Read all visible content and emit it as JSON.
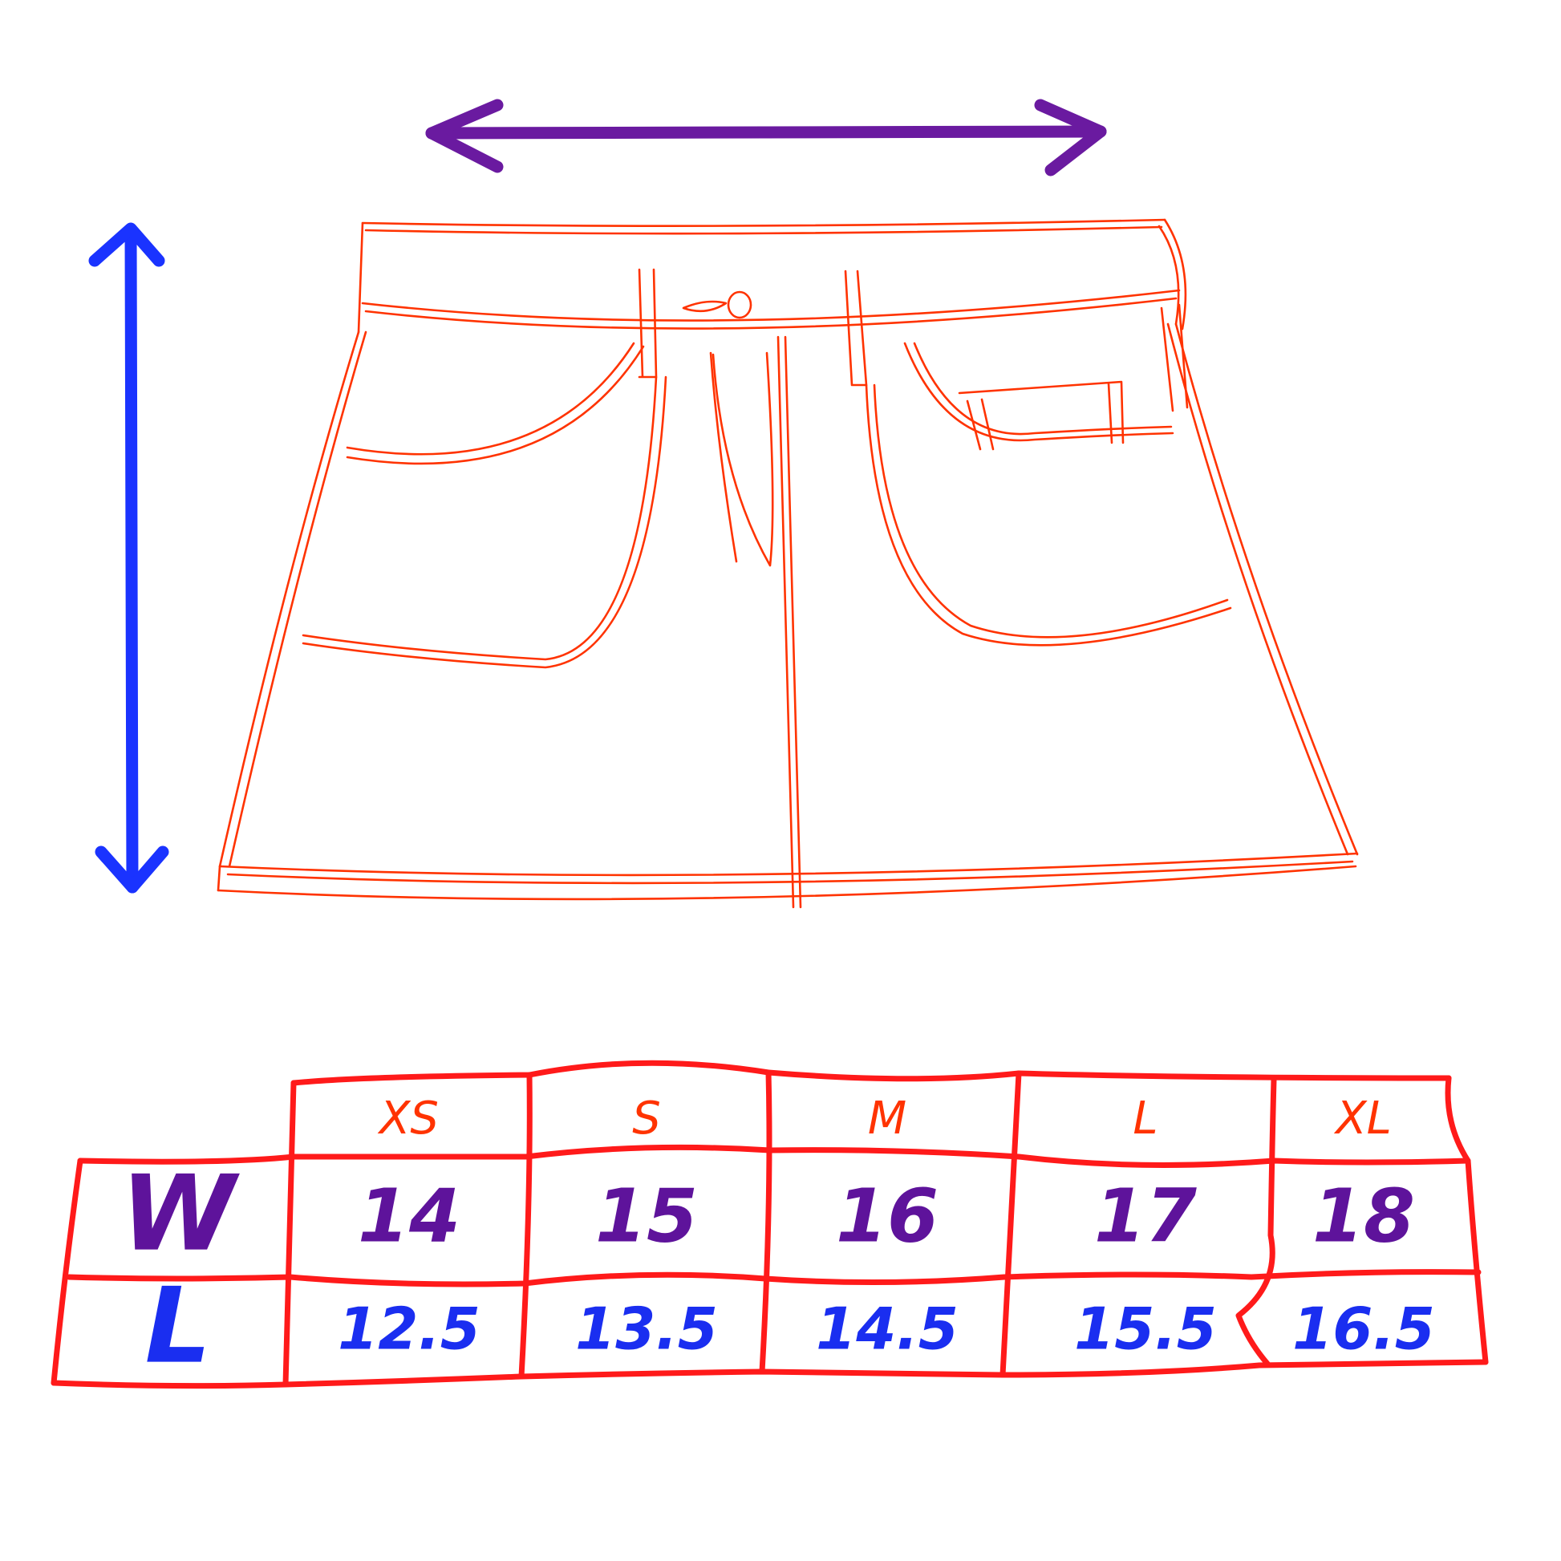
{
  "colors": {
    "sketch": "#ff3300",
    "table_lines": "#ff1a1a",
    "size_header": "#ff3300",
    "waist": "#5e139b",
    "waist_arrow": "#6a1aa0",
    "length": "#1a2ef0",
    "length_arrow": "#1a33ff",
    "background": "#ffffff"
  },
  "icons": {
    "waist_arrow": "double-headed-horizontal-arrow-icon",
    "length_arrow": "double-headed-vertical-arrow-icon",
    "garment": "denim-mini-skirt-sketch"
  },
  "size_chart": {
    "sizes": [
      "XS",
      "S",
      "M",
      "L",
      "XL"
    ],
    "rows": [
      {
        "label": "W",
        "values": [
          "14",
          "15",
          "16",
          "17",
          "18"
        ]
      },
      {
        "label": "L",
        "values": [
          "12.5",
          "13.5",
          "14.5",
          "15.5",
          "16.5"
        ]
      }
    ]
  }
}
